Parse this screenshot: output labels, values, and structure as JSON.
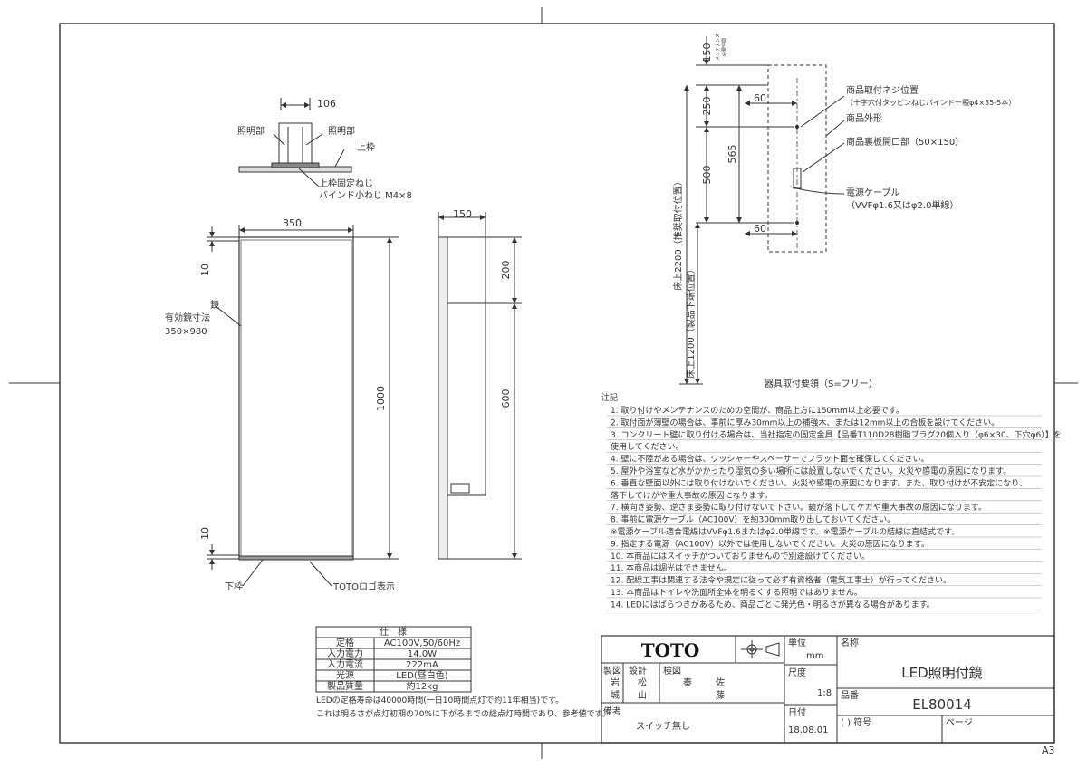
{
  "views": {
    "top": {
      "width": "106",
      "label_light_left": "照明部",
      "label_light_right": "照明部",
      "label_top_frame": "上枠",
      "label_screw_1": "上枠固定ねじ",
      "label_screw_2": "バインド小ねじ M4×8"
    },
    "front": {
      "width": "350",
      "height": "1000",
      "margin_top": "10",
      "margin_bottom": "10",
      "label_mirror": "鏡",
      "label_effective_1": "有効鏡寸法",
      "label_effective_2": "350×980",
      "label_bottom_frame": "下枠",
      "label_logo": "TOTOロゴ表示"
    },
    "side": {
      "depth": "150",
      "dim_top": "200",
      "dim_bottom": "600"
    },
    "install": {
      "dim_150": "150",
      "dim_150_note_1": "メンテナンス",
      "dim_150_note_2": "必要空間",
      "dim_250": "250",
      "dim_500": "500",
      "dim_565": "565",
      "dim_60_top": "60",
      "dim_60_bottom": "60",
      "floor_2200": "床上2200（推奨取付位置）",
      "floor_1200": "床上1200（製品下端位置）",
      "label_screw_pos": "商品取付ネジ位置",
      "label_screw_spec": "（十字穴付タッピンねじバインド一種φ4×35-5本）",
      "label_outline": "商品外形",
      "label_opening": "商品裏板開口部（50×150）",
      "label_cable": "電源ケーブル",
      "label_cable_spec": "（VVFφ1.6又はφ2.0単線）",
      "caption": "器具取付要領（S=フリー）"
    }
  },
  "notes": {
    "heading": "注記",
    "lines": [
      "1. 取り付けやメンテナンスのための空間が、商品上方に150mm以上必要です。",
      "2. 取付面が薄壁の場合は、事前に厚み30mm以上の補強木、または12mm以上の合板を設けてください。",
      "3. コンクリート壁に取り付ける場合は、当社指定の固定金具【品番T110D28樹脂プラグ20個入り（φ6×30、下穴φ6）】を",
      "   使用してください。",
      "4. 壁に不陸がある場合は、ワッシャーやスペーサーでフラット面を確保してください。",
      "5. 屋外や浴室など水がかかったり湿気の多い場所には設置しないでください。火災や感電の原因になります。",
      "6. 垂直な壁面以外には取り付けないでください。火災や感電の原因になります。また、取り付けが不安定になり、",
      "   落下してけがや重大事故の原因になります。",
      "7. 横向き姿勢、逆さま姿勢に取り付けないで下さい。鏡が落下してケガや重大事故の原因になります。",
      "8. 事前に電源ケーブル（AC100V）を約300mm取り出しておいてください。",
      "   ※電源ケーブル適合電線はVVFφ1.6またはφ2.0単線です。※電源ケーブルの結線は直結式です。",
      "9. 指定する電源（AC100V）以外では使用しないでください。火災の原因になります。",
      "10. 本商品にはスイッチがついておりませんので別途設けてください。",
      "11. 本商品は調光はできません。",
      "12. 配線工事は関連する法令や規定に従って必ず有資格者（電気工事士）が行ってください。",
      "13. 本商品はトイレや洗面所全体を明るくする照明ではありません。",
      "14. LEDにはばらつきがあるため、商品ごとに発光色・明るさが異なる場合があります。"
    ]
  },
  "spec": {
    "title": "仕　様",
    "rows": [
      {
        "label": "定格",
        "value": "AC100V,50/60Hz"
      },
      {
        "label": "入力電力",
        "value": "14.0W"
      },
      {
        "label": "入力電流",
        "value": "222mA"
      },
      {
        "label": "光源",
        "value": "LED(昼白色)"
      },
      {
        "label": "製品質量",
        "value": "約12kg"
      }
    ],
    "footnote_1": "LEDの定格寿命は40000時間(一日10時間点灯で約11年相当)です。",
    "footnote_2": "これは明るさが点灯初期の70%に下がるまでの総点灯時間であり、参考値です。"
  },
  "title_block": {
    "brand": "TOTO",
    "unit_label": "単位",
    "unit": "mm",
    "name_label": "名称",
    "name": "LED照明付鏡",
    "seizu": "製図",
    "sekkei": "設計",
    "kenzu": "検図",
    "p1a": "岩",
    "p1b": "城",
    "p2a": "松",
    "p2b": "山",
    "p3a": "秦",
    "p3b": "",
    "p4a": "佐",
    "p4b": "藤",
    "scale_label": "尺度",
    "scale": "1:8",
    "part_label": "品番",
    "part": "EL80014",
    "remarks_label": "備考",
    "remarks": "スイッチ無し",
    "date_label": "日付",
    "date": "18.08.01",
    "symbol_label": "( ) 符号",
    "page_label": "ページ",
    "sheet_size": "A3"
  }
}
